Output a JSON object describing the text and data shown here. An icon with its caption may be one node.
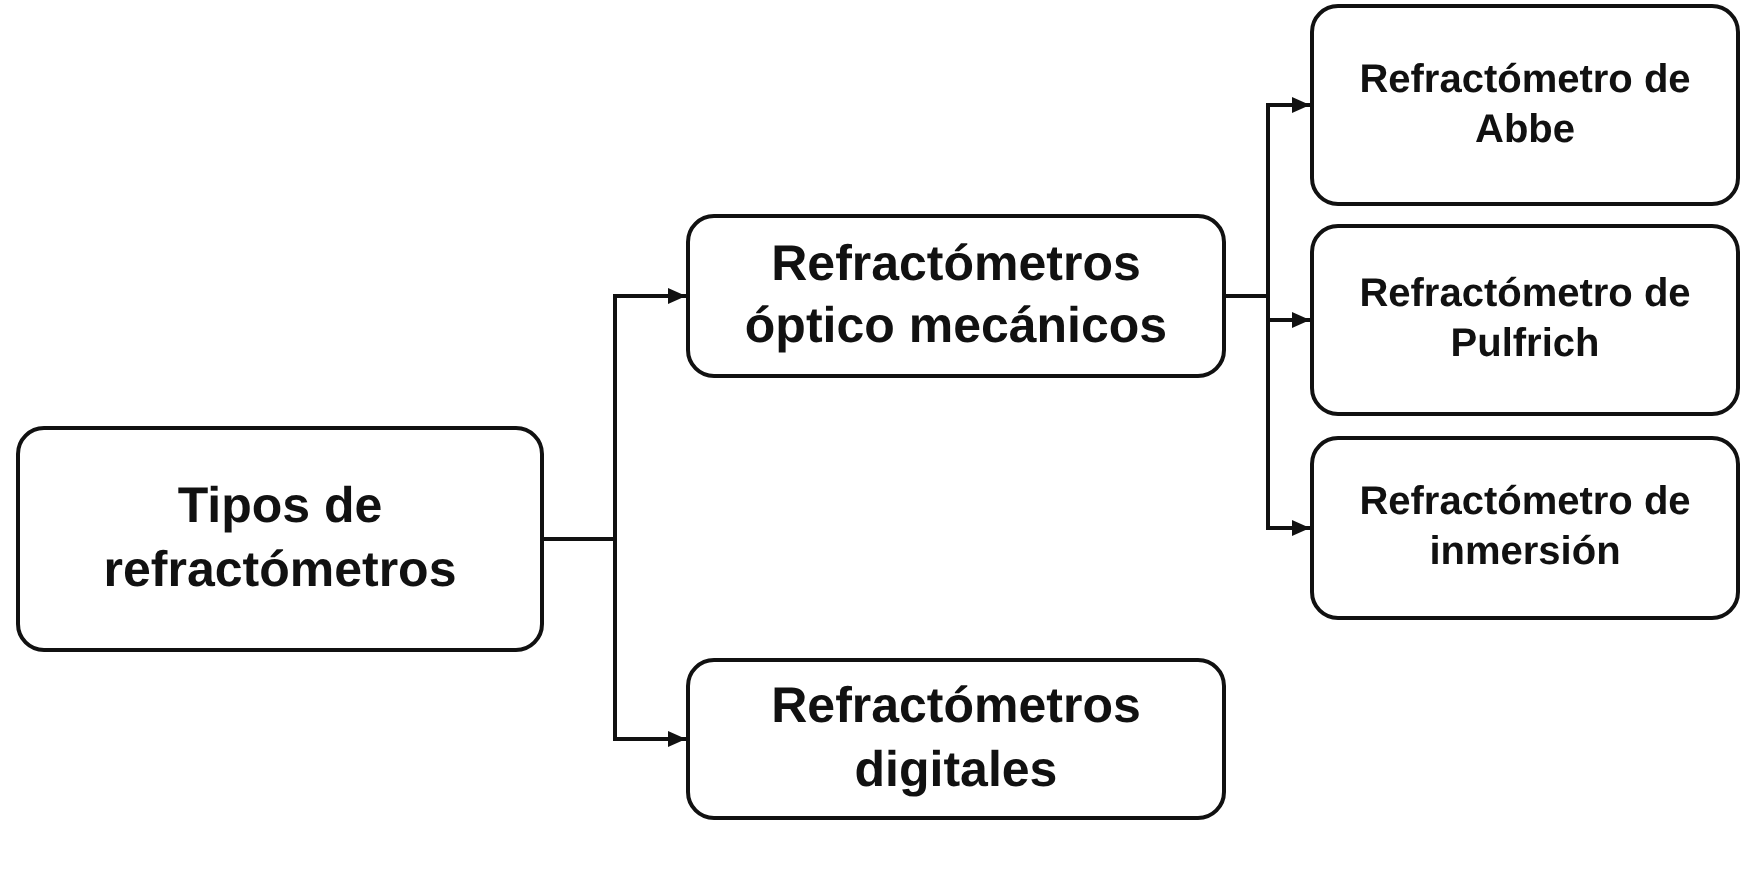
{
  "diagram": {
    "nodes": [
      {
        "text": [
          "Tipos de refractómetros"
        ]
      },
      {
        "text": [
          "Refractómetros óptico mecánicos"
        ]
      },
      {
        "text": [
          "Refractómetros digitales"
        ]
      },
      {
        "text": [
          "Refractómetro de Abbe"
        ]
      },
      {
        "text": [
          "Refractómetro de Pulfrich"
        ]
      },
      {
        "text": [
          "Refractómetro de inmersión"
        ]
      }
    ],
    "edges": [
      {
        "from": 0,
        "to": 1,
        "arrow": "to"
      },
      {
        "from": 0,
        "to": 2,
        "arrow": "to"
      },
      {
        "from": 1,
        "to": 3,
        "arrow": "to"
      },
      {
        "from": 1,
        "to": 4,
        "arrow": "to"
      },
      {
        "from": 1,
        "to": 5,
        "arrow": "to"
      }
    ]
  }
}
